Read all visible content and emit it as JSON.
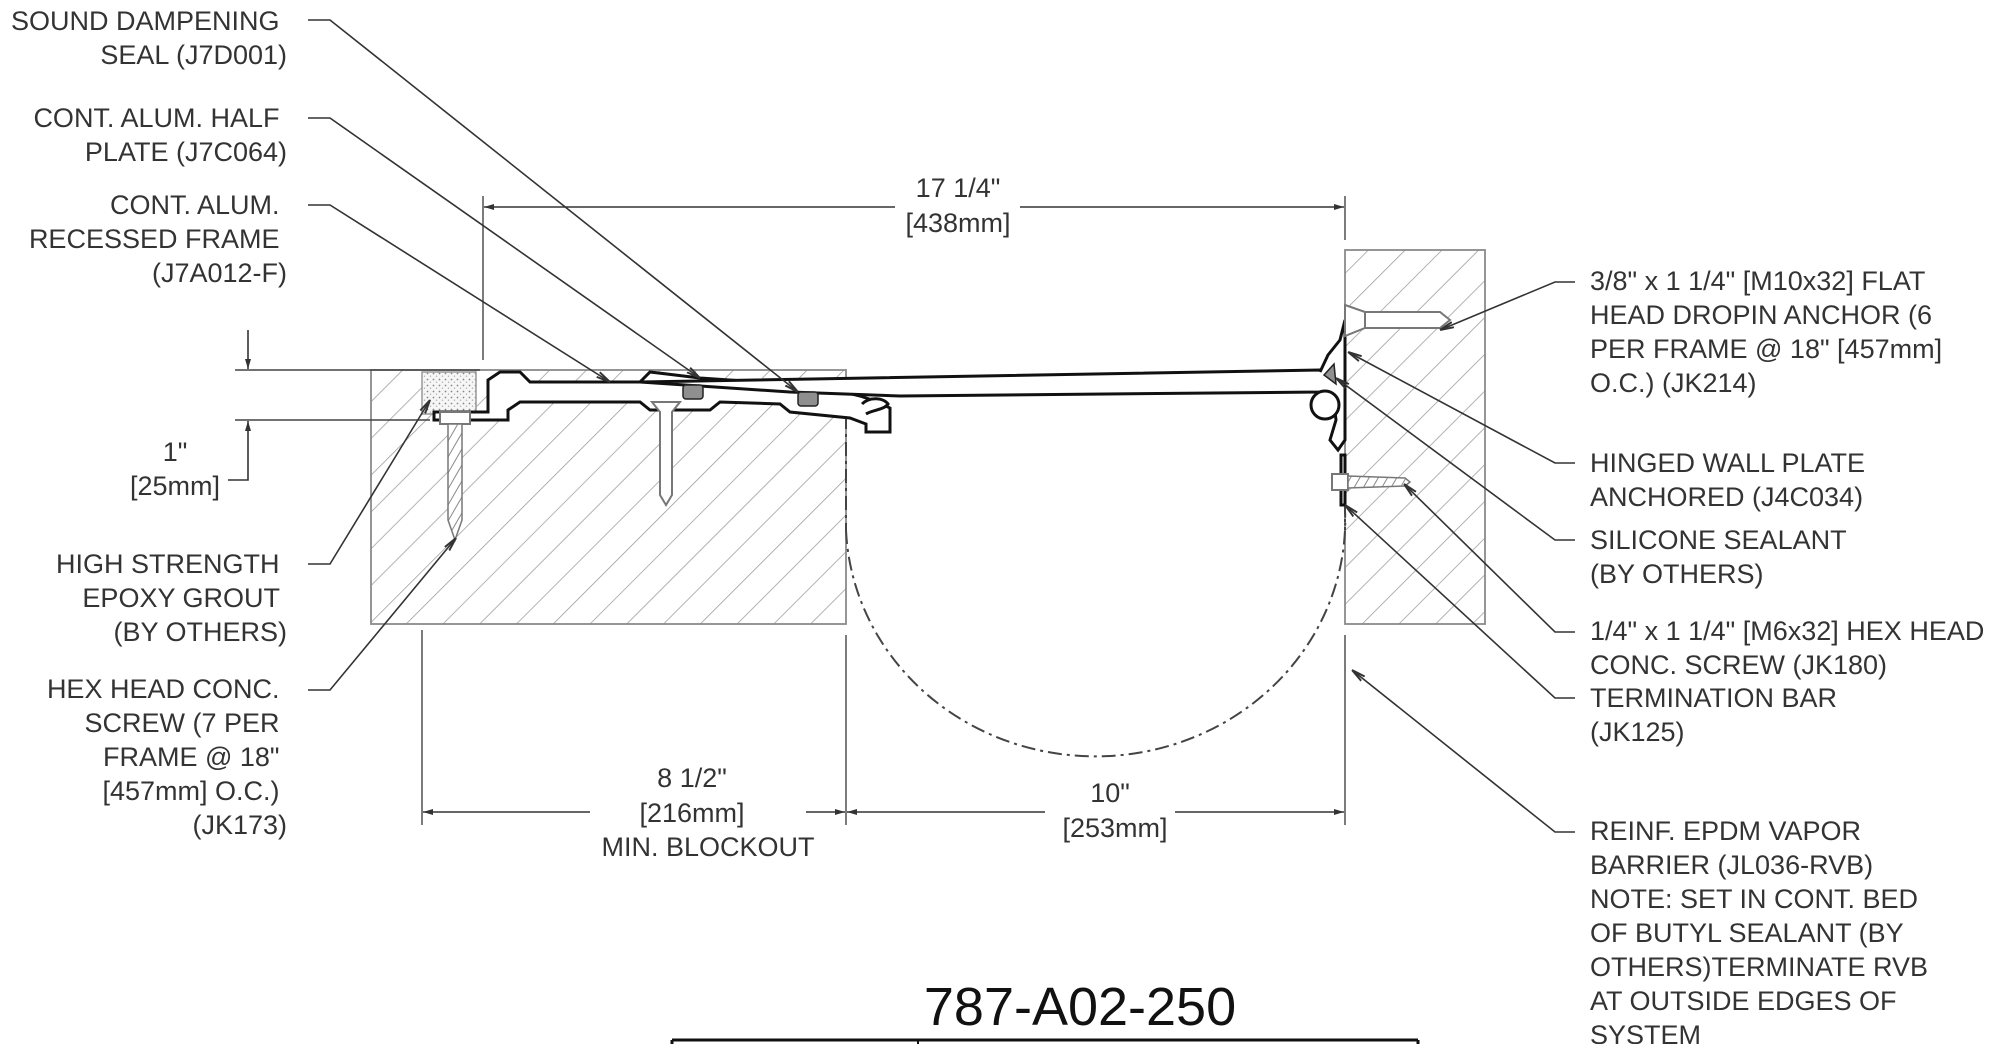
{
  "drawing_number": "787-A02-250",
  "callouts_left": [
    {
      "id": "sound-dampening-seal",
      "lines": [
        "SOUND DAMPENING",
        "SEAL (J7D001)"
      ]
    },
    {
      "id": "half-plate",
      "lines": [
        "CONT. ALUM. HALF",
        "PLATE (J7C064)"
      ]
    },
    {
      "id": "recessed-frame",
      "lines": [
        "CONT. ALUM.",
        "RECESSED FRAME",
        "(J7A012-F)"
      ]
    },
    {
      "id": "epoxy-grout",
      "lines": [
        "HIGH STRENGTH",
        "EPOXY GROUT",
        "(BY OTHERS)"
      ]
    },
    {
      "id": "hex-head-screw",
      "lines": [
        "HEX HEAD CONC.",
        "SCREW (7 PER",
        "FRAME @ 18\"",
        "[457mm] O.C.)",
        "(JK173)"
      ]
    }
  ],
  "callouts_right": [
    {
      "id": "dropin-anchor",
      "lines": [
        "3/8\" x 1 1/4\" [M10x32] FLAT",
        "HEAD DROPIN ANCHOR (6",
        "PER FRAME @ 18\" [457mm]",
        "O.C.) (JK214)"
      ]
    },
    {
      "id": "hinged-wall-plate",
      "lines": [
        "HINGED WALL PLATE",
        "ANCHORED (J4C034)"
      ]
    },
    {
      "id": "silicone-sealant",
      "lines": [
        "SILICONE SEALANT",
        "(BY OTHERS)"
      ]
    },
    {
      "id": "hex-head-conc-screw",
      "lines": [
        "1/4\" x 1 1/4\" [M6x32] HEX HEAD",
        "CONC. SCREW (JK180)"
      ]
    },
    {
      "id": "termination-bar",
      "lines": [
        "TERMINATION BAR",
        "(JK125)"
      ]
    },
    {
      "id": "vapor-barrier",
      "lines": [
        "REINF. EPDM  VAPOR",
        "BARRIER (JL036-RVB)",
        "NOTE: SET IN CONT. BED",
        "OF BUTYL SEALANT (BY",
        "OTHERS)TERMINATE RVB",
        "AT OUTSIDE EDGES OF",
        "SYSTEM"
      ]
    }
  ],
  "dimensions": {
    "overall": {
      "imperial": "17 1/4\"",
      "metric": "[438mm]"
    },
    "depth": {
      "imperial": "1\"",
      "metric": "[25mm]"
    },
    "blockout": {
      "imperial": "8 1/2\"",
      "metric": "[216mm]",
      "note": "MIN. BLOCKOUT"
    },
    "joint": {
      "imperial": "10\"",
      "metric": "[253mm]"
    }
  }
}
